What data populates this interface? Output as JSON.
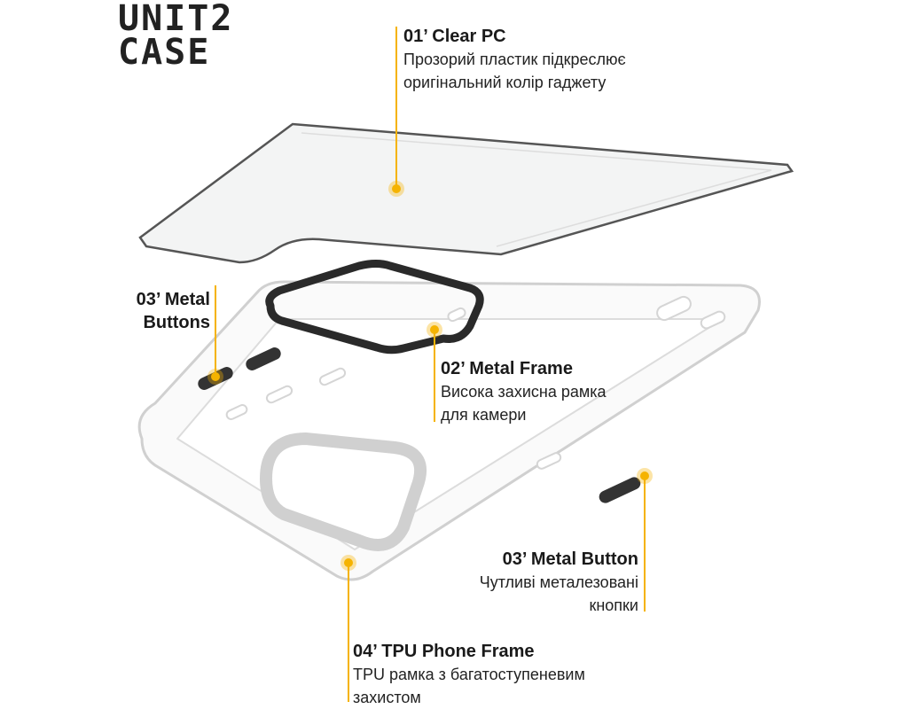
{
  "brand": {
    "logo_line1": "UNIT2",
    "logo_line2": "CASE"
  },
  "accent_color": "#F5B301",
  "callouts": [
    {
      "title": "01’ Clear PC",
      "lines": [
        "Прозорий пластик підкреслює",
        "оригінальний колір гаджету"
      ]
    },
    {
      "title": "02’ Metal Frame",
      "lines": [
        "Висока захисна рамка",
        "для камери"
      ]
    },
    {
      "title_lines": [
        "03’ Metal",
        "Buttons"
      ]
    },
    {
      "title": "03’ Metal Button",
      "lines": [
        "Чутливі металезовані",
        "кнопки"
      ]
    },
    {
      "title": "04’ TPU Phone Frame",
      "lines": [
        "TPU рамка з багатоступеневим",
        "захистом"
      ]
    }
  ]
}
